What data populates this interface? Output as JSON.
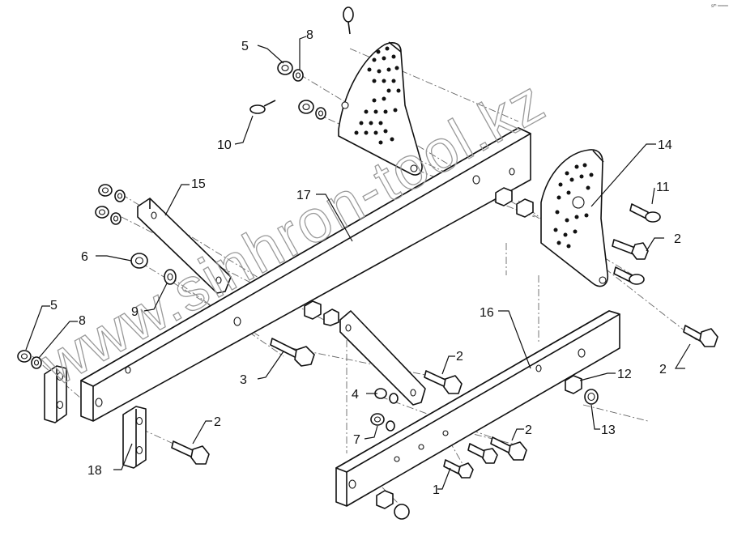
{
  "diagram": {
    "watermark": "www.sinhron-tool.kz",
    "corner_mark": "sᵐ ═══",
    "callouts": [
      {
        "id": "c5a",
        "text": "5"
      },
      {
        "id": "c8a",
        "text": "8"
      },
      {
        "id": "c10",
        "text": "10"
      },
      {
        "id": "c15",
        "text": "15"
      },
      {
        "id": "c17",
        "text": "17"
      },
      {
        "id": "c14",
        "text": "14"
      },
      {
        "id": "c11",
        "text": "11"
      },
      {
        "id": "c2a",
        "text": "2"
      },
      {
        "id": "c6",
        "text": "6"
      },
      {
        "id": "c9",
        "text": "9"
      },
      {
        "id": "c5b",
        "text": "5"
      },
      {
        "id": "c8b",
        "text": "8"
      },
      {
        "id": "c16",
        "text": "16"
      },
      {
        "id": "c2b",
        "text": "2"
      },
      {
        "id": "c3",
        "text": "3"
      },
      {
        "id": "c2c",
        "text": "2"
      },
      {
        "id": "c12",
        "text": "12"
      },
      {
        "id": "c4",
        "text": "4"
      },
      {
        "id": "c13",
        "text": "13"
      },
      {
        "id": "c7",
        "text": "7"
      },
      {
        "id": "c2d",
        "text": "2"
      },
      {
        "id": "c2e",
        "text": "2"
      },
      {
        "id": "c18",
        "text": "18"
      },
      {
        "id": "c1",
        "text": "1"
      }
    ]
  }
}
